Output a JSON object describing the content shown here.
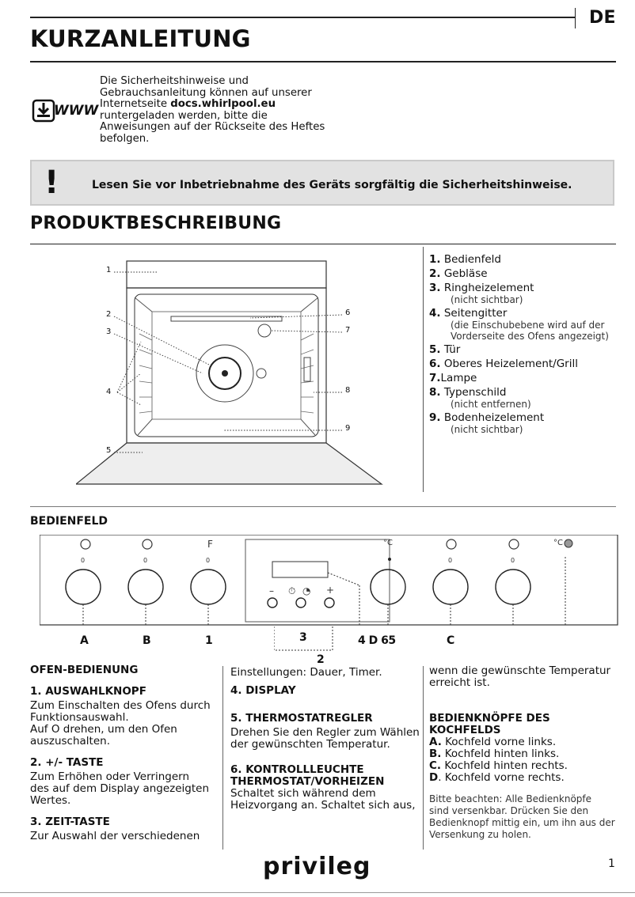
{
  "lang_badge": "DE",
  "title": "KURZANLEITUNG",
  "intro": {
    "line1": "Die Sicherheitshinweise und",
    "line2": "Gebrauchsanleitung können auf unserer",
    "line3_pre": "Internetseite ",
    "line3_link": "docs.whirlpool.eu",
    "line4": "runtergeladen werden, bitte die",
    "line5": "Anweisungen auf der Rückseite des Heftes",
    "line6": "befolgen.",
    "icon_label": "WWW"
  },
  "warning": {
    "mark": "!",
    "text": "Lesen Sie vor Inbetriebnahme des Geräts sorgfältig die Sicherheitshinweise."
  },
  "section_product": "PRODUKTBESCHREIBUNG",
  "diagram_numbers": [
    "1",
    "2",
    "3",
    "4",
    "5",
    "6",
    "7",
    "8",
    "9"
  ],
  "legend": [
    {
      "num": "1.",
      "label": "Bedienfeld",
      "note": ""
    },
    {
      "num": "2.",
      "label": "Gebläse",
      "note": ""
    },
    {
      "num": "3.",
      "label": "Ringheizelement",
      "note": "(nicht sichtbar)"
    },
    {
      "num": "4.",
      "label": "Seitengitter",
      "note": "(die Einschubebene wird auf der",
      "note2": "Vorderseite des Ofens angezeigt)"
    },
    {
      "num": "5.",
      "label": "Tür",
      "note": ""
    },
    {
      "num": "6.",
      "label": "Oberes Heizelement/Grill",
      "note": ""
    },
    {
      "num": "7.",
      "label": "Lampe",
      "note": ""
    },
    {
      "num": "8.",
      "label": "Typenschild",
      "note": "(nicht entfernen)"
    },
    {
      "num": "9.",
      "label": "Bodenheizelement",
      "note": "(nicht sichtbar)"
    }
  ],
  "section_panel": "BEDIENFELD",
  "panel": {
    "labels": {
      "a": "A",
      "b": "B",
      "one": "1",
      "three": "3",
      "four": "4 D 65",
      "c": "C",
      "two": "2"
    },
    "symbols": {
      "f": "F",
      "deg": "°C",
      "deg2": "°C",
      "minus": "–",
      "plus": "+",
      "zero": "0"
    }
  },
  "col1": {
    "h_main": "OFEN-BEDIENUNG",
    "h1": "1. AUSWAHLKNOPF",
    "p1a": "Zum Einschalten des Ofens durch",
    "p1b": "Funktionsauswahl.",
    "p1c": "Auf  O drehen, um den Ofen",
    "p1d": "auszuschalten.",
    "h2": "2. +/- TASTE",
    "p2a": "Zum Erhöhen oder Verringern",
    "p2b": "des auf dem Display angezeigten",
    "p2c": "Wertes.",
    "h3": "3. ZEIT-TASTE",
    "p3a": "Zur Auswahl der verschiedenen"
  },
  "col2": {
    "p3b": "Einstellungen: Dauer,  Timer.",
    "h4": "4. DISPLAY",
    "h5": "5. THERMOSTATREGLER",
    "p5a": "Drehen Sie den Regler zum Wählen",
    "p5b": "der gewünschten Temperatur.",
    "h6a": "6. KONTROLLLEUCHTE",
    "h6b": "THERMOSTAT/VORHEIZEN",
    "p6a": "Schaltet sich während dem",
    "p6b": "Heizvorgang an. Schaltet sich aus,"
  },
  "col3": {
    "p6c": "wenn die gewünschte Temperatur",
    "p6d": "erreicht ist.",
    "h7a": "BEDIENKNÖPFE DES",
    "h7b": "KOCHFELDS",
    "a_k": "A.",
    "a_t": " Kochfeld vorne links.",
    "b_k": "B.",
    "b_t": " Kochfeld hinten links.",
    "c_k": "C.",
    "c_t": " Kochfeld hinten rechts.",
    "d_k": "D",
    "d_t": ". Kochfeld vorne rechts.",
    "n1": "Bitte beachten: Alle Bedienknöpfe",
    "n2": "sind versenkbar. Drücken Sie den",
    "n3": "Bedienknopf mittig ein, um ihn aus der",
    "n4": "Versenkung zu holen."
  },
  "brand": "privileg",
  "page_number": "1"
}
